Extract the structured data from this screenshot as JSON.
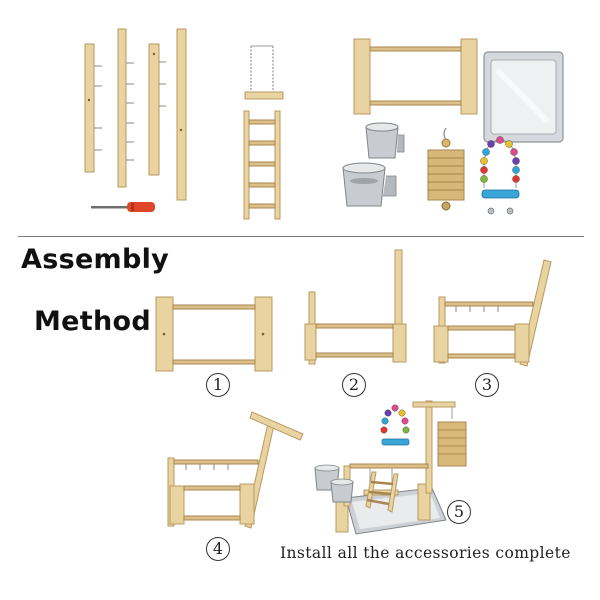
{
  "headings": {
    "line1": "Assembly",
    "line2": "Method"
  },
  "steps": [
    {
      "number": "1",
      "symbol": "①"
    },
    {
      "number": "2",
      "symbol": "②"
    },
    {
      "number": "3",
      "symbol": "③"
    },
    {
      "number": "4",
      "symbol": "④"
    },
    {
      "number": "5",
      "symbol": "⑤"
    }
  ],
  "caption": "Install all the accessories complete",
  "colors": {
    "wood": "#e9d3a0",
    "steel": "#c8ccd0",
    "screwdriver_handle": "#e0452a"
  },
  "parts": [
    "wooden-pole",
    "screwdriver",
    "swing-perch",
    "ladder",
    "base-frame",
    "steel-tray",
    "feeding-cup",
    "straw-chew-toy",
    "bead-swing"
  ]
}
